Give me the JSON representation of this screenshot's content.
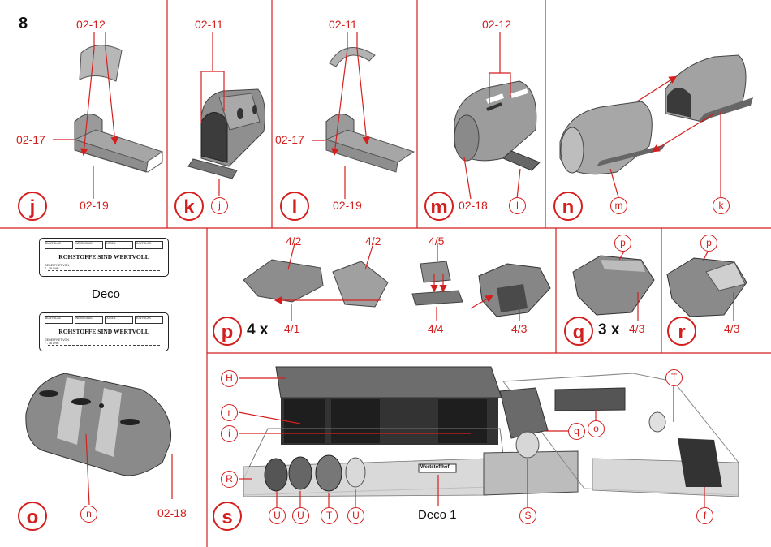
{
  "page_number": "8",
  "colors": {
    "accent": "#d41f1f",
    "line": "#d41f1f",
    "text": "#111111",
    "part_grey": "#9a9a9a",
    "dark_grey": "#4a4a4a"
  },
  "steps": {
    "j": {
      "letter": "j",
      "labels": [
        "02-12",
        "02-17",
        "02-19"
      ]
    },
    "k": {
      "letter": "k",
      "labels": [
        "02-11"
      ],
      "ref": "j"
    },
    "l": {
      "letter": "l",
      "labels": [
        "02-11",
        "02-17",
        "02-19"
      ]
    },
    "m": {
      "letter": "m",
      "labels": [
        "02-12",
        "02-18"
      ],
      "ref": "l"
    },
    "n": {
      "letter": "n",
      "refs": [
        "m",
        "k"
      ]
    },
    "p": {
      "letter": "p",
      "count": "4 x",
      "labels": [
        "4/2",
        "4/2",
        "4/5",
        "4/1",
        "4/4",
        "4/3"
      ]
    },
    "q": {
      "letter": "q",
      "count": "3 x",
      "label": "4/3",
      "ref": "p"
    },
    "r": {
      "letter": "r",
      "label": "4/3",
      "ref": "p"
    },
    "o": {
      "letter": "o",
      "ref": "n",
      "label": "02-18"
    },
    "s": {
      "letter": "s",
      "callouts": [
        "H",
        "r",
        "i",
        "q",
        "o",
        "T",
        "R",
        "U",
        "U",
        "T",
        "U",
        "S",
        "f"
      ],
      "deco_label": "Deco 1",
      "sign_text": "Wertstoffhof"
    }
  },
  "deco": {
    "label": "Deco",
    "slogan": "ROHSTOFFE SIND WERTVOLL",
    "cells": [
      "BUNTGLAS",
      "WEISSGLAS",
      "DOSEN",
      "BUNTGLAS"
    ],
    "small_text": "GEOEFFNET VON 7 - 18 UHR"
  }
}
